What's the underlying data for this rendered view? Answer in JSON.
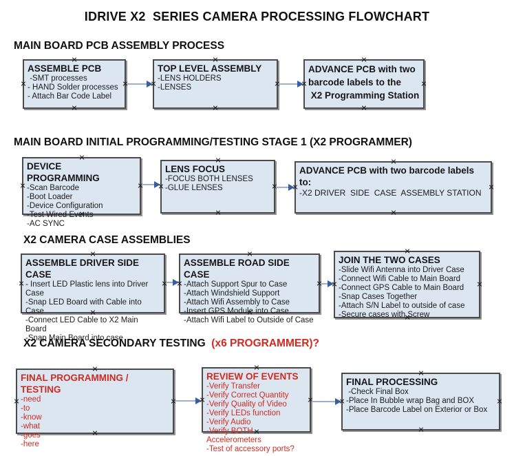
{
  "title": "IDRIVE X2  SERIES CAMERA PROCESSING FLOWCHART",
  "colors": {
    "box_fill": "#dce6f1",
    "box_border": "#4a4a4a",
    "box_shadow": "#939393",
    "arrow_shaft": "#9db1cf",
    "arrow_head": "#3a5fa0",
    "red_text": "#cf2a21",
    "heading_text": "#101010"
  },
  "icons": {
    "arrowhead": "right-triangle",
    "anchor": "x-cross"
  },
  "sections": [
    {
      "heading": "MAIN BOARD PCB ASSEMBLY PROCESS",
      "heading_red": "",
      "boxes": [
        {
          "title": "ASSEMBLE PCB",
          "items": [
            " -SMT processes",
            "- HAND Solder processes",
            "- Attach Bar Code Label"
          ]
        },
        {
          "title": "TOP LEVEL ASSEMBLY",
          "items": [
            "-LENS HOLDERS",
            "-LENSES"
          ]
        },
        {
          "title": "",
          "items": [
            "ADVANCE PCB with two",
            "barcode labels to the",
            " X2 Programming Station"
          ],
          "bold_lines": true
        }
      ]
    },
    {
      "heading": "MAIN BOARD INITIAL PROGRAMMING/TESTING STAGE 1 (X2 PROGRAMMER)",
      "heading_red": "",
      "boxes": [
        {
          "title": "DEVICE PROGRAMMING",
          "items": [
            "-Scan Barcode",
            "-Boot Loader",
            "-Device Configuration",
            "-Test Wired Events",
            "-AC SYNC"
          ]
        },
        {
          "title": "LENS FOCUS",
          "items": [
            "-FOCUS BOTH LENSES",
            "-GLUE LENSES"
          ]
        },
        {
          "title": "ADVANCE PCB with two barcode labels to:",
          "items": [
            "-X2 DRIVER  SIDE  CASE  ASSEMBLY STATION"
          ]
        }
      ]
    },
    {
      "heading": "X2 CAMERA CASE ASSEMBLIES",
      "heading_red": "",
      "boxes": [
        {
          "title": "ASSEMBLE DRIVER SIDE CASE",
          "items": [
            "- Insert LED Plastic lens into Driver Case",
            "-Snap LED Board with Cable into Case",
            "-Connect LED Cable to X2 Main Board",
            "-Snap Main Board into case"
          ]
        },
        {
          "title": "ASSEMBLE ROAD SIDE CASE",
          "items": [
            "-Attach Support Spur to Case",
            "-Attach Windshield Support",
            "-Attach Wifi Assembly to Case",
            "-Insert GPS Module into Case",
            "-Attach Wifi Label to Outside of Case"
          ]
        },
        {
          "title": "JOIN THE TWO CASES",
          "items": [
            "-Slide Wifi Antenna into Driver Case",
            "-Connect Wifi Cable to Main Board",
            "-Connect GPS Cable to Main Board",
            "-Snap Cases Together",
            "-Attach S/N Label to outside of case",
            "-Secure cases with Screw"
          ]
        }
      ]
    },
    {
      "heading": "X2 CAMERA SECONDARY TESTING  ",
      "heading_red": "(x6 PROGRAMMER)?",
      "boxes": [
        {
          "title": "FINAL PROGRAMMING / TESTING",
          "items": [
            "-need",
            "-to",
            "-know",
            "-what",
            "-goes",
            "-here"
          ],
          "red": true
        },
        {
          "title": "REVIEW OF EVENTS",
          "items": [
            "-Verify Transfer",
            "-Verify Correct Quantity",
            "-Verify Quality of Video",
            "-Verify LEDs function",
            "-Verify Audio",
            "-Verify BOTH Accelerometers",
            "-Test of accessory ports?"
          ],
          "red": true
        },
        {
          "title": "FINAL PROCESSING",
          "items": [
            " -Check Final Box",
            "-Place In Bubble wrap Bag and BOX",
            "-Place Barcode Label on Exterior or Box"
          ]
        }
      ]
    }
  ]
}
